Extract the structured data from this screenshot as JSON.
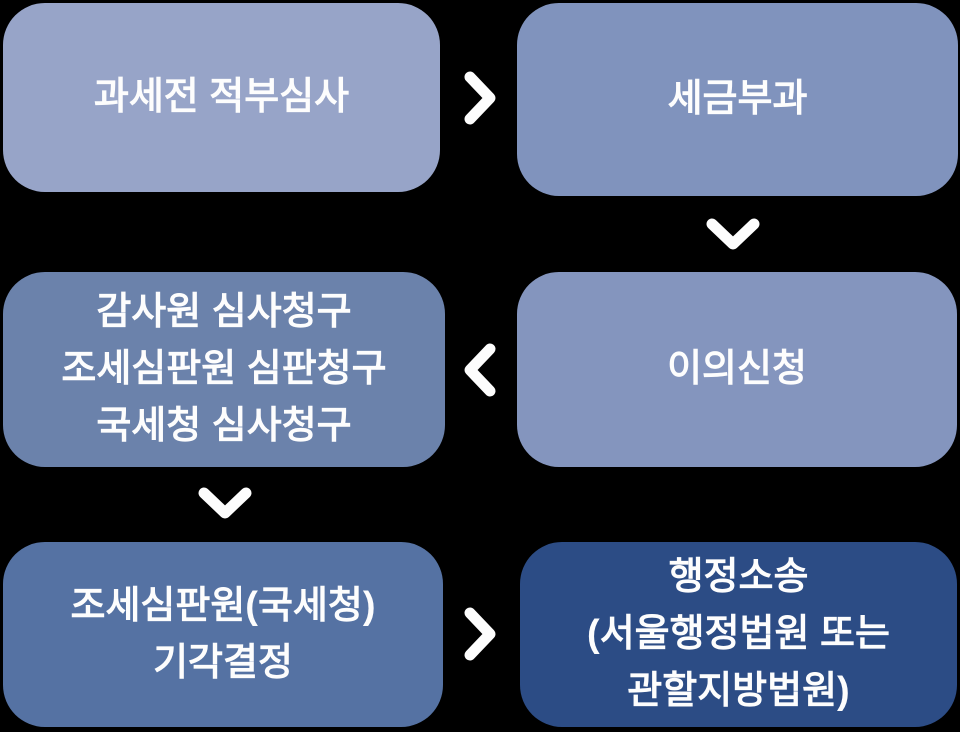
{
  "canvas": {
    "background": "#000000",
    "text_color": "#fdfdfd",
    "arrow_color": "#fdfdfd"
  },
  "flow": {
    "steps": [
      {
        "name": "pre-assessment-review",
        "lines": [
          "과세전 적부심사"
        ],
        "color": "#97a4c8"
      },
      {
        "name": "tax-imposition",
        "lines": [
          "세금부과"
        ],
        "color": "#8093bd"
      },
      {
        "name": "objection",
        "lines": [
          "이의신청"
        ],
        "color": "#8495be"
      },
      {
        "name": "appeal-requests",
        "lines": [
          "감사원 심사청구",
          "조세심판원 심판청구",
          "국세청 심사청구"
        ],
        "color": "#6b82ab"
      },
      {
        "name": "tribunal-dismissal",
        "lines": [
          "조세심판원(국세청)",
          "기각결정"
        ],
        "color": "#5572a3"
      },
      {
        "name": "administrative-litigation",
        "lines": [
          "행정소송",
          "(서울행정법원 또는",
          "관할지방법원)"
        ],
        "color": "#2c4c85"
      }
    ],
    "arrows": [
      {
        "direction": "right",
        "from": "pre-assessment-review",
        "to": "tax-imposition"
      },
      {
        "direction": "down",
        "from": "tax-imposition",
        "to": "objection"
      },
      {
        "direction": "left",
        "from": "objection",
        "to": "appeal-requests"
      },
      {
        "direction": "down",
        "from": "appeal-requests",
        "to": "tribunal-dismissal"
      },
      {
        "direction": "right",
        "from": "tribunal-dismissal",
        "to": "administrative-litigation"
      }
    ]
  }
}
